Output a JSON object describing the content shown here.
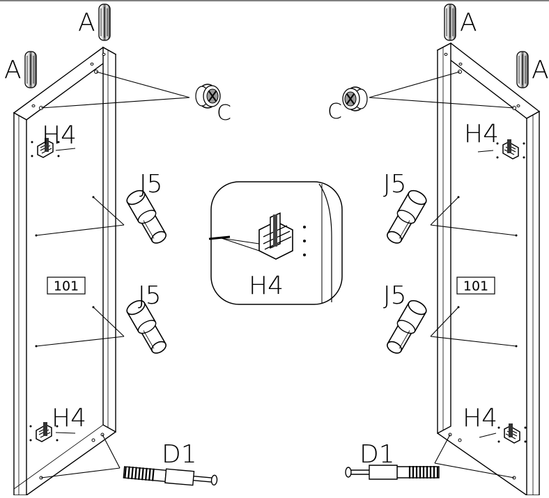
{
  "labels": {
    "part_a": "A",
    "part_c": "C",
    "part_h4": "H4",
    "part_j5": "J5",
    "part_d1": "D1",
    "panel_number": "101"
  }
}
